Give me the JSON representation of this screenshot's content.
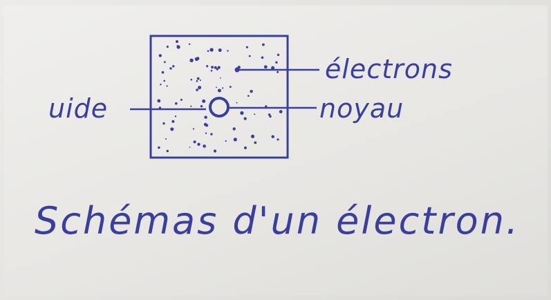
{
  "labels": {
    "void": "uide",
    "electrons": "électrons",
    "nucleus": "noyau"
  },
  "title": "Schémas d'un électron.",
  "colors": {
    "ink": "#3a3f9c",
    "paper": "#ebeae7"
  }
}
